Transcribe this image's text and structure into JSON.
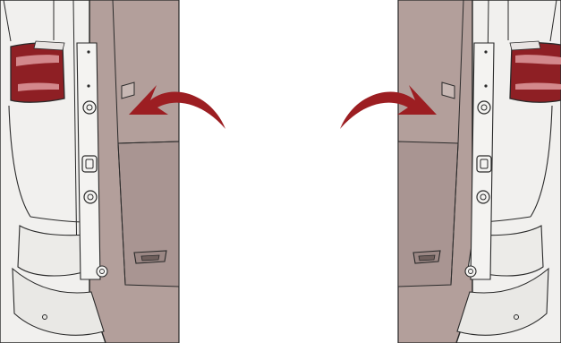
{
  "illustration": {
    "subject": "rear-barn-doors-opening",
    "panels": [
      {
        "side": "left",
        "arrow_direction": "left"
      },
      {
        "side": "right",
        "arrow_direction": "right"
      }
    ]
  },
  "colors": {
    "background": "#ffffff",
    "body": "#f1f0ee",
    "outline": "#2a2a2a",
    "interior": "#b39f9b",
    "floor": "#a99592",
    "tail_light": "#8e1f24",
    "arrow": "#9c1e22"
  },
  "icons": [
    "tail-light-icon",
    "door-bolt-icon",
    "door-latch-icon",
    "curved-arrow-icon"
  ]
}
